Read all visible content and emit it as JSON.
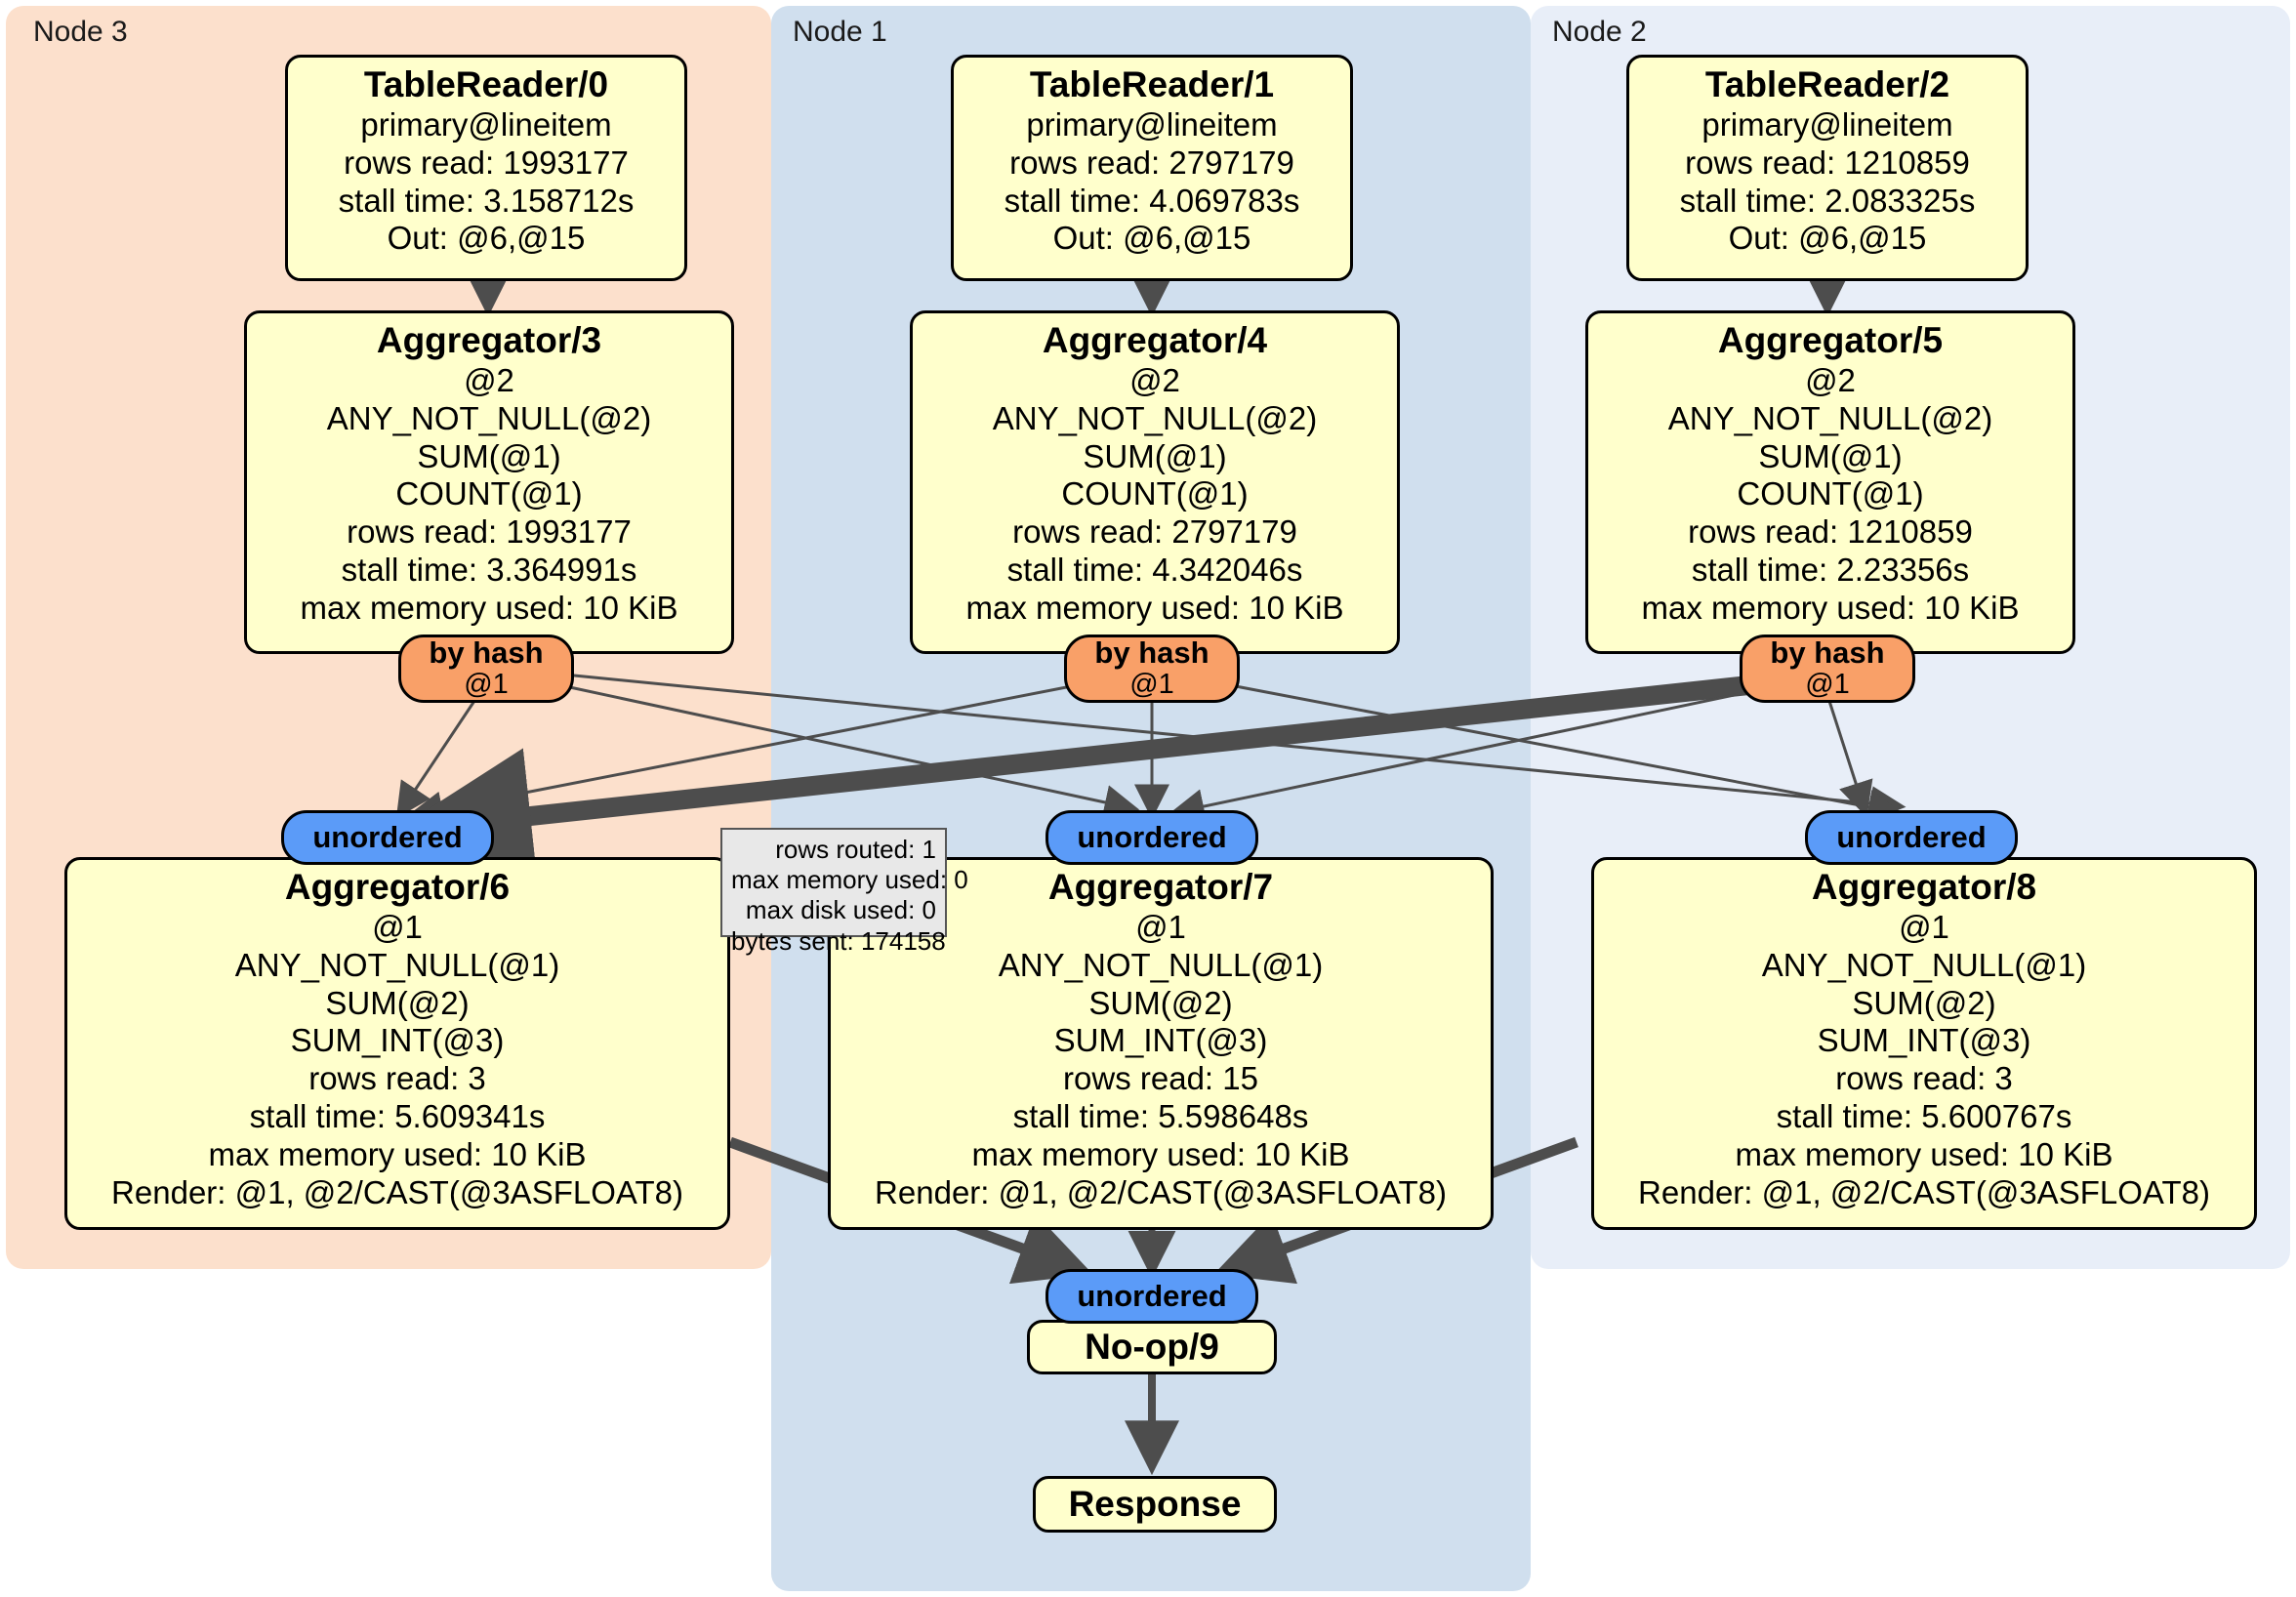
{
  "diagram": {
    "type": "distributed-query-execution-plan",
    "clusters": [
      {
        "label": "Node 3",
        "color": "#fce0cc"
      },
      {
        "label": "Node 1",
        "color": "#d0dfee"
      },
      {
        "label": "Node 2",
        "color": "#e8eef8"
      }
    ],
    "nodes": {
      "table_reader_0": {
        "title": "TableReader/0",
        "lines": [
          "primary@lineitem",
          "rows read: 1993177",
          "stall time: 3.158712s",
          "Out: @6,@15"
        ]
      },
      "table_reader_1": {
        "title": "TableReader/1",
        "lines": [
          "primary@lineitem",
          "rows read: 2797179",
          "stall time: 4.069783s",
          "Out: @6,@15"
        ]
      },
      "table_reader_2": {
        "title": "TableReader/2",
        "lines": [
          "primary@lineitem",
          "rows read: 1210859",
          "stall time: 2.083325s",
          "Out: @6,@15"
        ]
      },
      "aggregator_3": {
        "title": "Aggregator/3",
        "lines": [
          "@2",
          "ANY_NOT_NULL(@2)",
          "SUM(@1)",
          "COUNT(@1)",
          "rows read: 1993177",
          "stall time: 3.364991s",
          "max memory used: 10 KiB"
        ]
      },
      "aggregator_4": {
        "title": "Aggregator/4",
        "lines": [
          "@2",
          "ANY_NOT_NULL(@2)",
          "SUM(@1)",
          "COUNT(@1)",
          "rows read: 2797179",
          "stall time: 4.342046s",
          "max memory used: 10 KiB"
        ]
      },
      "aggregator_5": {
        "title": "Aggregator/5",
        "lines": [
          "@2",
          "ANY_NOT_NULL(@2)",
          "SUM(@1)",
          "COUNT(@1)",
          "rows read: 1210859",
          "stall time: 2.23356s",
          "max memory used: 10 KiB"
        ]
      },
      "aggregator_6": {
        "title": "Aggregator/6",
        "lines": [
          "@1",
          "ANY_NOT_NULL(@1)",
          "SUM(@2)",
          "SUM_INT(@3)",
          "rows read: 3",
          "stall time: 5.609341s",
          "max memory used: 10 KiB",
          "Render: @1, @2/CAST(@3ASFLOAT8)"
        ]
      },
      "aggregator_7": {
        "title": "Aggregator/7",
        "lines": [
          "@1",
          "ANY_NOT_NULL(@1)",
          "SUM(@2)",
          "SUM_INT(@3)",
          "rows read: 15",
          "stall time: 5.598648s",
          "max memory used: 10 KiB",
          "Render: @1, @2/CAST(@3ASFLOAT8)"
        ]
      },
      "aggregator_8": {
        "title": "Aggregator/8",
        "lines": [
          "@1",
          "ANY_NOT_NULL(@1)",
          "SUM(@2)",
          "SUM_INT(@3)",
          "rows read: 3",
          "stall time: 5.600767s",
          "max memory used: 10 KiB",
          "Render: @1, @2/CAST(@3ASFLOAT8)"
        ]
      },
      "noop_9": {
        "title": "No-op/9",
        "lines": []
      },
      "response": {
        "title": "Response",
        "lines": []
      }
    },
    "routers": [
      {
        "label": "by hash",
        "sub": "@1"
      },
      {
        "label": "by hash",
        "sub": "@1"
      },
      {
        "label": "by hash",
        "sub": "@1"
      }
    ],
    "receivers": [
      {
        "label": "unordered"
      },
      {
        "label": "unordered"
      },
      {
        "label": "unordered"
      },
      {
        "label": "unordered"
      }
    ],
    "edge_tooltip": {
      "lines": [
        "rows routed: 1",
        "max memory used: 0",
        "max disk used: 0",
        "bytes sent: 174158"
      ]
    },
    "colors": {
      "node_fill": "#ffffcc",
      "node_stroke": "#000000",
      "router_fill": "#f9a068",
      "receiver_fill": "#5b9bf8",
      "cluster_node3": "#fce0cc",
      "cluster_node1": "#d0dfee",
      "cluster_node2": "#e8eef8",
      "edge_stroke": "#4d4d4d",
      "tooltip_fill": "#e8e8e8"
    }
  }
}
